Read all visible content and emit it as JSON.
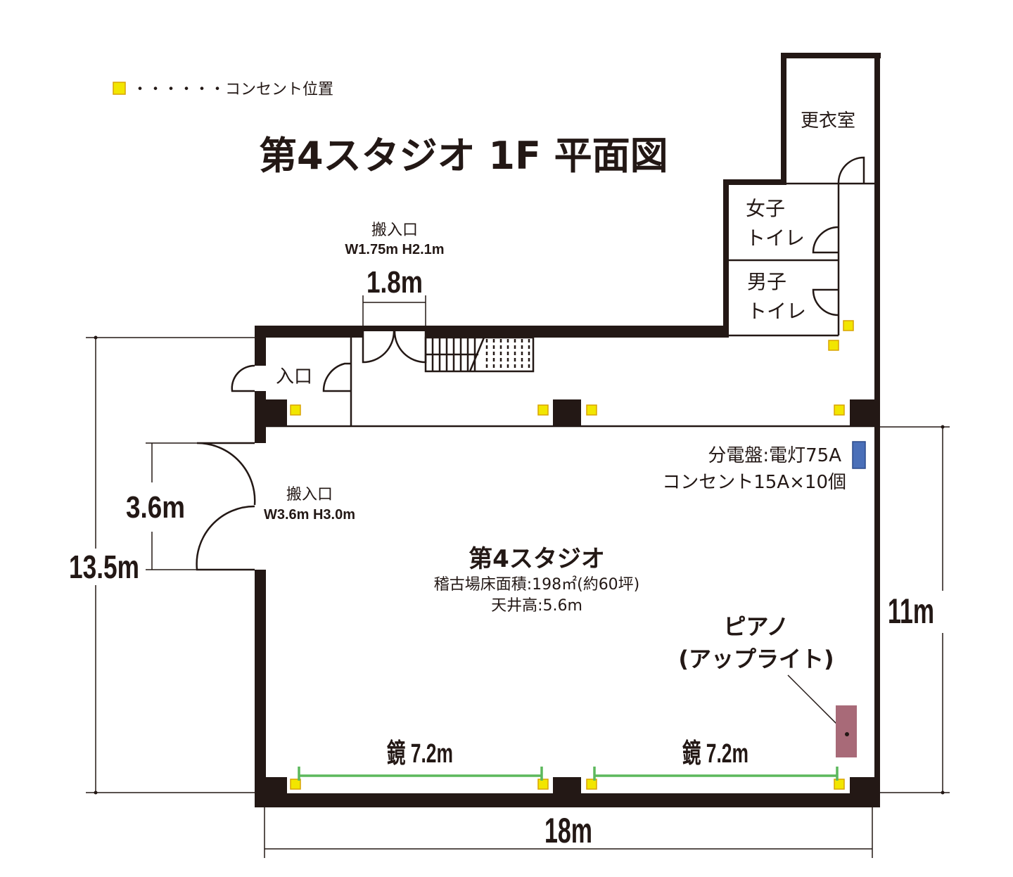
{
  "title": "第4スタジオ 1F 平面図",
  "legend": {
    "label": "・・・・・・コンセント位置",
    "color": "#f2e600"
  },
  "rooms": {
    "changing_room": "更衣室",
    "womens_toilet": [
      "女子",
      "トイレ"
    ],
    "mens_toilet": [
      "男子",
      "トイレ"
    ],
    "entrance": "入口",
    "studio_name": "第4スタジオ",
    "studio_area": "稽古場床面積:198㎡(約60坪)",
    "ceiling_height": "天井高:5.6m"
  },
  "loading_door_top": {
    "label": "搬入口",
    "size": "W1.75m H2.1m",
    "width": "1.8m"
  },
  "loading_door_left": {
    "label": "搬入口",
    "size": "W3.6m H3.0m",
    "width": "3.6m"
  },
  "panel": {
    "line1": "分電盤:電灯75A",
    "line2": "コンセント15A×10個",
    "color": "#4a6fb8"
  },
  "piano": {
    "line1": "ピアノ",
    "line2": "(アップライト)",
    "color": "#a86a78"
  },
  "mirrors": [
    {
      "label": "鏡 7.2m"
    },
    {
      "label": "鏡 7.2m"
    }
  ],
  "dimensions": {
    "depth_total": "13.5m",
    "depth_studio": "11m",
    "width": "18m"
  }
}
